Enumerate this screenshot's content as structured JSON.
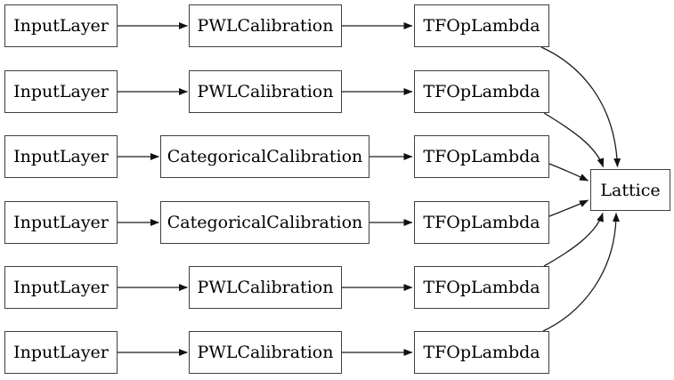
{
  "diagram_type": "layer-graph",
  "colors": {
    "background": "#ffffff",
    "node_fill": "#ffffff",
    "node_border": "#3f3f3f",
    "edge": "#1c1c1c"
  },
  "nodes": {
    "rows": [
      {
        "input": "InputLayer",
        "calibration": "PWLCalibration",
        "op": "TFOpLambda"
      },
      {
        "input": "InputLayer",
        "calibration": "PWLCalibration",
        "op": "TFOpLambda"
      },
      {
        "input": "InputLayer",
        "calibration": "CategoricalCalibration",
        "op": "TFOpLambda"
      },
      {
        "input": "InputLayer",
        "calibration": "CategoricalCalibration",
        "op": "TFOpLambda"
      },
      {
        "input": "InputLayer",
        "calibration": "PWLCalibration",
        "op": "TFOpLambda"
      },
      {
        "input": "InputLayer",
        "calibration": "PWLCalibration",
        "op": "TFOpLambda"
      }
    ],
    "output": "Lattice"
  },
  "edges": [
    {
      "from": "input-1",
      "to": "calibration-1"
    },
    {
      "from": "calibration-1",
      "to": "op-1"
    },
    {
      "from": "op-1",
      "to": "lattice"
    },
    {
      "from": "input-2",
      "to": "calibration-2"
    },
    {
      "from": "calibration-2",
      "to": "op-2"
    },
    {
      "from": "op-2",
      "to": "lattice"
    },
    {
      "from": "input-3",
      "to": "calibration-3"
    },
    {
      "from": "calibration-3",
      "to": "op-3"
    },
    {
      "from": "op-3",
      "to": "lattice"
    },
    {
      "from": "input-4",
      "to": "calibration-4"
    },
    {
      "from": "calibration-4",
      "to": "op-4"
    },
    {
      "from": "op-4",
      "to": "lattice"
    },
    {
      "from": "input-5",
      "to": "calibration-5"
    },
    {
      "from": "calibration-5",
      "to": "op-5"
    },
    {
      "from": "op-5",
      "to": "lattice"
    },
    {
      "from": "input-6",
      "to": "calibration-6"
    },
    {
      "from": "calibration-6",
      "to": "op-6"
    },
    {
      "from": "op-6",
      "to": "lattice"
    }
  ]
}
